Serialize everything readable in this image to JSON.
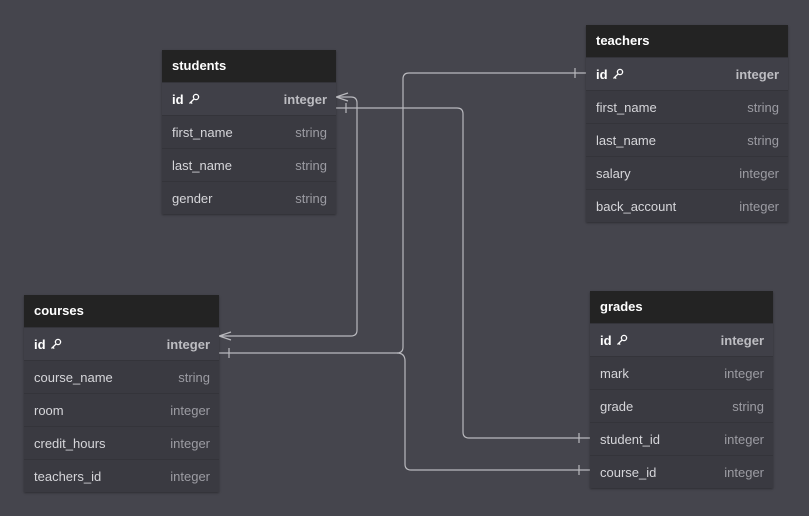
{
  "tables": {
    "students": {
      "name": "students",
      "columns": [
        {
          "name": "id",
          "type": "integer",
          "pk": true
        },
        {
          "name": "first_name",
          "type": "string"
        },
        {
          "name": "last_name",
          "type": "string"
        },
        {
          "name": "gender",
          "type": "string"
        }
      ]
    },
    "teachers": {
      "name": "teachers",
      "columns": [
        {
          "name": "id",
          "type": "integer",
          "pk": true
        },
        {
          "name": "first_name",
          "type": "string"
        },
        {
          "name": "last_name",
          "type": "string"
        },
        {
          "name": "salary",
          "type": "integer"
        },
        {
          "name": "back_account",
          "type": "integer"
        }
      ]
    },
    "courses": {
      "name": "courses",
      "columns": [
        {
          "name": "id",
          "type": "integer",
          "pk": true
        },
        {
          "name": "course_name",
          "type": "string"
        },
        {
          "name": "room",
          "type": "integer"
        },
        {
          "name": "credit_hours",
          "type": "integer"
        },
        {
          "name": "teachers_id",
          "type": "integer"
        }
      ]
    },
    "grades": {
      "name": "grades",
      "columns": [
        {
          "name": "id",
          "type": "integer",
          "pk": true
        },
        {
          "name": "mark",
          "type": "integer"
        },
        {
          "name": "grade",
          "type": "string"
        },
        {
          "name": "student_id",
          "type": "integer"
        },
        {
          "name": "course_id",
          "type": "integer"
        }
      ]
    }
  },
  "relationships": [
    {
      "from": "courses.id",
      "to": "students.id",
      "cardinality": "many-to-one"
    },
    {
      "from": "courses.id",
      "to": "teachers.id",
      "cardinality": "one-to-one"
    },
    {
      "from": "courses.id",
      "to": "grades.course_id",
      "cardinality": "one-to-one"
    },
    {
      "from": "students.id",
      "to": "grades.student_id",
      "cardinality": "one-to-one"
    }
  ],
  "colors": {
    "canvas": "#45454d",
    "header": "#232323",
    "body": "#3a3a41",
    "link": "#b9b9be"
  },
  "icons": {
    "primary_key": "key-icon"
  }
}
